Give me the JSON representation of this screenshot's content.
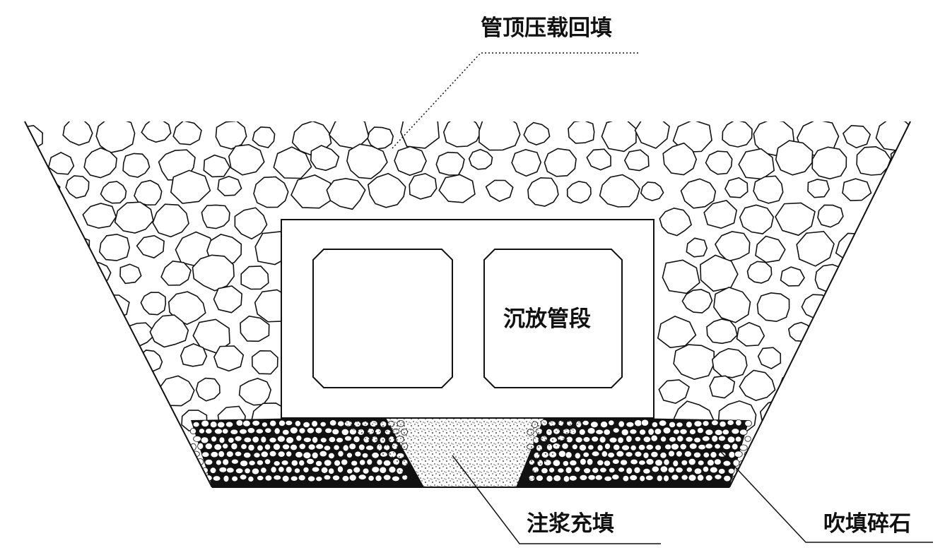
{
  "diagram": {
    "labels": {
      "top_backfill": "管顶压载回填",
      "tube_segment": "沉放管段",
      "grout_fill": "注浆充填",
      "blown_gravel": "吹填碎石"
    }
  },
  "colors": {
    "ink": "#111111",
    "background": "#ffffff"
  }
}
